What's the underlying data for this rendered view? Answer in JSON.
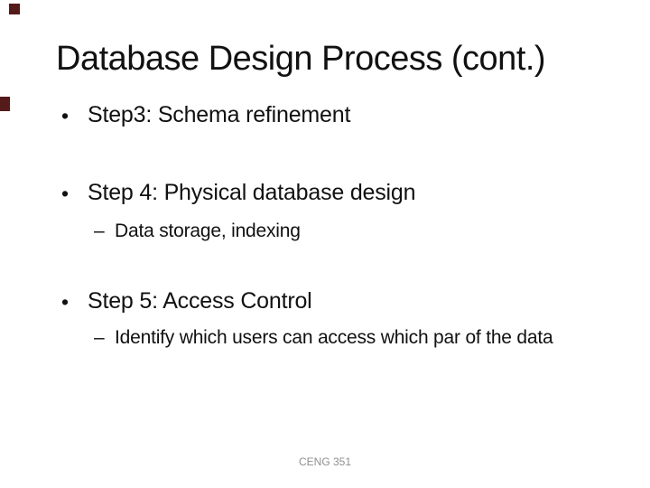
{
  "slide": {
    "title": "Database Design Process (cont.)",
    "bullet_glyph": "•",
    "sub_bullet_glyph": "–",
    "bullets": [
      {
        "label": "Step3: Schema refinement"
      },
      {
        "label": "Step 4: Physical database design"
      },
      {
        "label": "Step 5: Access Control"
      }
    ],
    "sub_bullets": [
      {
        "label": "Data storage, indexing"
      },
      {
        "label": "Identify which users can access which par of the data"
      }
    ],
    "footer": "CENG 351",
    "colors": {
      "background": "#ffffff",
      "text": "#111111",
      "footer_text": "#8f8f8f",
      "accent_square": "#551a1a"
    }
  }
}
